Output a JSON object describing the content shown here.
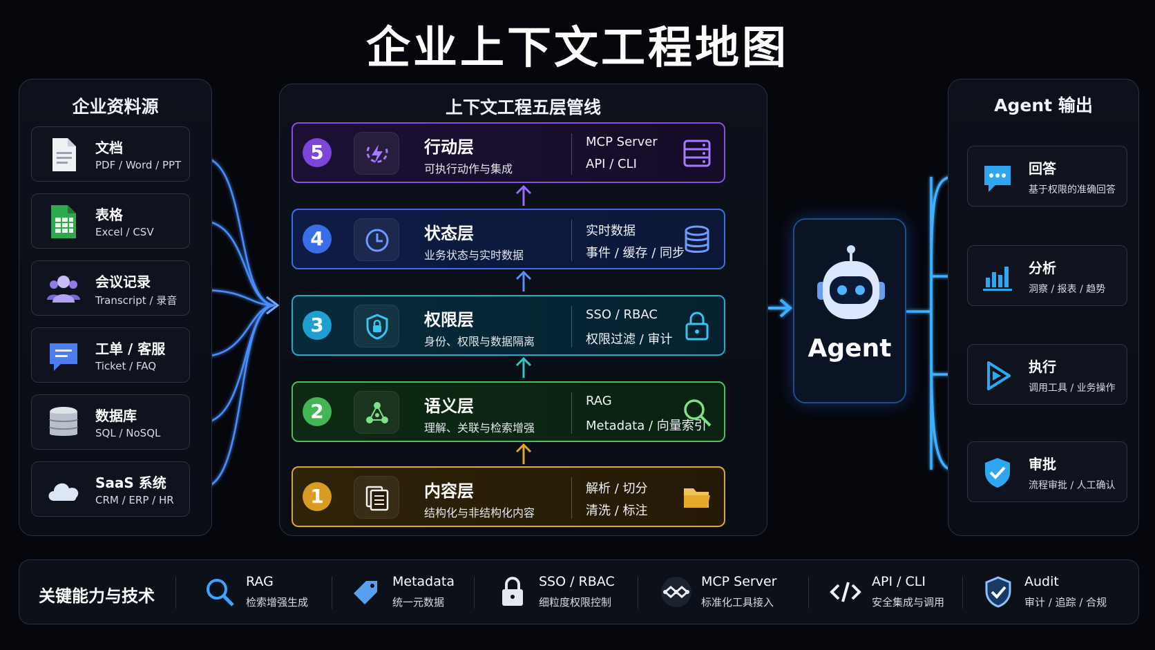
{
  "title": "企业上下文工程地图",
  "left_panel": {
    "title": "企业资料源",
    "items": [
      {
        "name": "文档",
        "sub": "PDF / Word / PPT",
        "icon": "document-icon"
      },
      {
        "name": "表格",
        "sub": "Excel / CSV",
        "icon": "spreadsheet-icon"
      },
      {
        "name": "会议记录",
        "sub": "Transcript / 录音",
        "icon": "meeting-people-icon"
      },
      {
        "name": "工单 / 客服",
        "sub": "Ticket / FAQ",
        "icon": "chat-ticket-icon"
      },
      {
        "name": "数据库",
        "sub": "SQL / NoSQL",
        "icon": "database-icon"
      },
      {
        "name": "SaaS 系统",
        "sub": "CRM / ERP / HR",
        "icon": "cloud-icon"
      }
    ]
  },
  "center_panel": {
    "title": "上下文工程五层管线",
    "layers": [
      {
        "num": "5",
        "name": "行动层",
        "desc": "可执行动作与集成",
        "r1": "MCP Server",
        "r2": "API / CLI",
        "icon": "lightning-action-icon",
        "right_icon": "server-icon",
        "color": "#8a4fe0"
      },
      {
        "num": "4",
        "name": "状态层",
        "desc": "业务状态与实时数据",
        "r1": "实时数据",
        "r2": "事件 / 缓存 / 同步",
        "icon": "clock-icon",
        "right_icon": "database-icon",
        "color": "#3b6fe6"
      },
      {
        "num": "3",
        "name": "权限层",
        "desc": "身份、权限与数据隔离",
        "r1": "SSO / RBAC",
        "r2": "权限过滤 / 审计",
        "icon": "shield-lock-icon",
        "right_icon": "padlock-icon",
        "color": "#22a9d6"
      },
      {
        "num": "2",
        "name": "语义层",
        "desc": "理解、关联与检索增强",
        "r1": "RAG",
        "r2": "Metadata / 向量索引",
        "icon": "graph-nodes-icon",
        "right_icon": "magnifier-icon",
        "color": "#4cc25a"
      },
      {
        "num": "1",
        "name": "内容层",
        "desc": "结构化与非结构化内容",
        "r1": "解析 / 切分",
        "r2": "清洗 / 标注",
        "icon": "documents-stack-icon",
        "right_icon": "folder-icon",
        "color": "#e0a72a"
      }
    ]
  },
  "agent": {
    "label": "Agent",
    "icon": "robot-icon"
  },
  "right_panel": {
    "title": "Agent 输出",
    "items": [
      {
        "name": "回答",
        "sub": "基于权限的准确回答",
        "icon": "speech-bubble-icon"
      },
      {
        "name": "分析",
        "sub": "洞察 / 报表 / 趋势",
        "icon": "bar-chart-icon"
      },
      {
        "name": "执行",
        "sub": "调用工具 / 业务操作",
        "icon": "play-icon"
      },
      {
        "name": "审批",
        "sub": "流程审批 / 人工确认",
        "icon": "shield-check-icon"
      }
    ]
  },
  "bottom": {
    "title": "关键能力与技术",
    "features": [
      {
        "name": "RAG",
        "sub": "检索增强生成",
        "icon": "magnifier-icon"
      },
      {
        "name": "Metadata",
        "sub": "统一元数据",
        "icon": "tag-icon"
      },
      {
        "name": "SSO / RBAC",
        "sub": "细粒度权限控制",
        "icon": "padlock-icon"
      },
      {
        "name": "MCP Server",
        "sub": "标准化工具接入",
        "icon": "mcp-nodes-icon"
      },
      {
        "name": "API / CLI",
        "sub": "安全集成与调用",
        "icon": "code-icon"
      },
      {
        "name": "Audit",
        "sub": "审计 / 追踪 / 合规",
        "icon": "shield-check-icon"
      }
    ]
  }
}
